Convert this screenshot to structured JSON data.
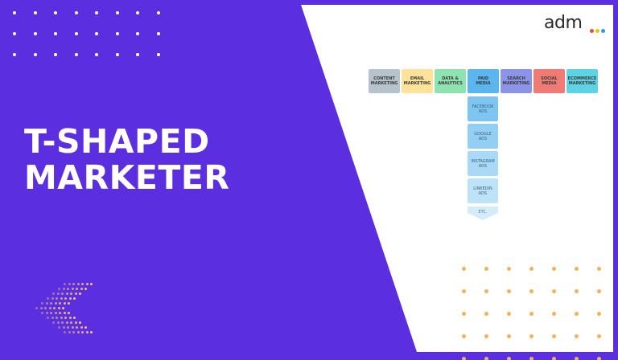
{
  "headline": {
    "line1": "T-SHAPED",
    "line2": "MARKETER"
  },
  "logo": {
    "text": "adm",
    "dot_colors": [
      "#e74c3c",
      "#f1c40f",
      "#3498db"
    ]
  },
  "diagram": {
    "categories": [
      {
        "label": "CONTENT\nMARKETING",
        "color": "#b7c3cc"
      },
      {
        "label": "EMAIL\nMARKETING",
        "color": "#ffe39a"
      },
      {
        "label": "DATA &\nANALYTICS",
        "color": "#8fe3b0"
      },
      {
        "label": "PAID\nMEDIA",
        "color": "#5bb6ef"
      },
      {
        "label": "SEARCH\nMARKETING",
        "color": "#8c94e8"
      },
      {
        "label": "SOCIAL\nMEDIA",
        "color": "#ef7b74"
      },
      {
        "label": "ECOMMERCE\nMARKETING",
        "color": "#5fd3e6"
      }
    ],
    "sub_items": [
      {
        "label": "FACEBOOK\nADS",
        "color": "#7ec5f2"
      },
      {
        "label": "GOOGLE\nADS",
        "color": "#93cff4"
      },
      {
        "label": "INSTAGRAM\nADS",
        "color": "#a9d9f6"
      },
      {
        "label": "LINKEDIN\nADS",
        "color": "#bee3f8"
      }
    ],
    "etc": {
      "label": "ETC.",
      "color": "#d4ecfa"
    }
  },
  "colors": {
    "background": "#5b2ee0",
    "panel": "#ffffff",
    "accent_dots": "#f3b15a"
  }
}
